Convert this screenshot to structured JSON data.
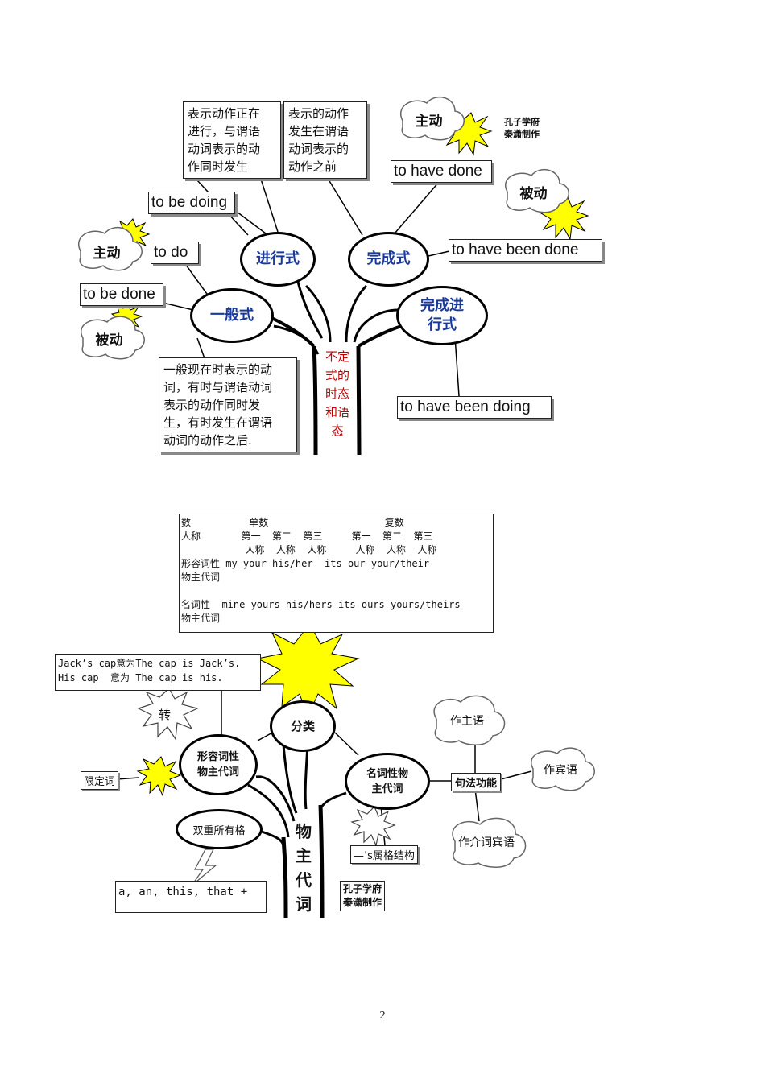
{
  "diagram1": {
    "trunk_label": "不定\n式的\n时态\n和语\n态",
    "nodes": {
      "yiban": "一般式",
      "jinxing": "进行式",
      "wancheng": "完成式",
      "wancheng_jinxing": "完成进\n行式"
    },
    "notes": {
      "jinxing_desc": "表示动作正在\n进行，与谓语\n动词表示的动\n作同时发生",
      "wancheng_desc": "表示的动作\n发生在谓语\n动词表示的\n动作之前",
      "yiban_desc": "一般现在时表示的动\n词，有时与谓语动词\n表示的动作同时发\n生，有时发生在谓语\n动词的动作之后."
    },
    "forms": {
      "to_be_doing": "to be doing",
      "to_do": "to do",
      "to_be_done": "to be done",
      "to_have_done": "to have done",
      "to_have_been_done": "to have been done",
      "to_have_been_doing": "to have been doing"
    },
    "clouds": {
      "active_left": "主动",
      "passive_left": "被动",
      "active_right": "主动",
      "passive_right": "被动"
    },
    "credit": "孔子学府\n秦潇制作"
  },
  "diagram2": {
    "table_text": "数          单数                    复数\n人称       第一  第二  第三     第一  第二  第三\n           人称  人称  人称     人称  人称  人称\n形容词性 my your his/her  its our your/their\n物主代词\n\n名词性  mine yours his/hers its ours yours/theirs\n物主代词",
    "example": "Jack’s cap意为The cap is Jack’s.\nHis cap  意为 The cap is his.",
    "trunk_label": "物\n主\n代\n词",
    "nodes": {
      "fenlei": "分类",
      "adj": "形容词性\n物主代词",
      "noun": "名词性物\n主代词",
      "double": "双重所有格"
    },
    "labels": {
      "zhuan": "转",
      "xianding": "限定词",
      "jufa": "句法功能",
      "s_structure": "—’s属格结构",
      "a_an": "a,  an,  this,  that +"
    },
    "clouds": {
      "subject": "作主语",
      "object": "作宾语",
      "prep_object": "作介词宾语"
    },
    "credit": "孔子学府\n秦潇制作"
  },
  "page_number": "2"
}
